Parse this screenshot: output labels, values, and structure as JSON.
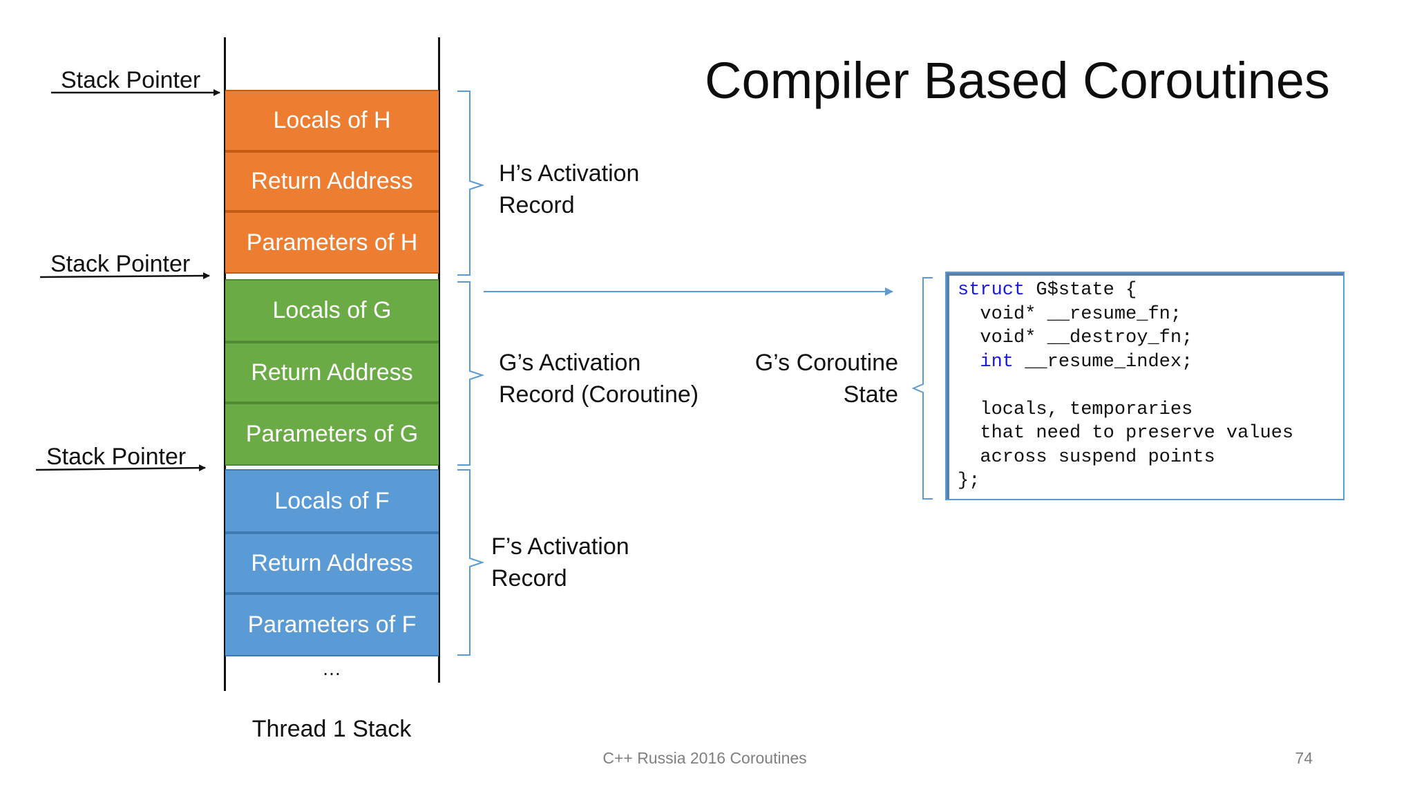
{
  "slide": {
    "title": "Compiler Based Coroutines",
    "caption": "Thread 1 Stack",
    "ellipsis": "…",
    "footer": "C++ Russia 2016 Coroutines",
    "page_number": "74"
  },
  "stack_pointers": [
    {
      "label": "Stack Pointer"
    },
    {
      "label": "Stack Pointer"
    },
    {
      "label": "Stack Pointer"
    }
  ],
  "stack": {
    "h": [
      "Locals of H",
      "Return Address",
      "Parameters of H"
    ],
    "g": [
      "Locals of G",
      "Return Address",
      "Parameters of G"
    ],
    "f": [
      "Locals of F",
      "Return Address",
      "Parameters of F"
    ]
  },
  "records": {
    "h": {
      "line1": "H’s Activation",
      "line2": "Record"
    },
    "g": {
      "line1": "G’s Activation",
      "line2": "Record (Coroutine)"
    },
    "f": {
      "line1": "F’s Activation",
      "line2": "Record"
    }
  },
  "coroutine_state": {
    "line1": "G’s Coroutine",
    "line2": "State"
  },
  "code": {
    "kw_struct": "struct",
    "line1_rest": " G$state {",
    "line2": "  void* __resume_fn;",
    "line3": "  void* __destroy_fn;",
    "kw_int": "int",
    "line4_rest": " __resume_index;",
    "line5": "",
    "line6": "  locals, temporaries",
    "line7": "  that need to preserve values",
    "line8": "  across suspend points",
    "line9": "};"
  },
  "colors": {
    "h_frame": "#ed7d31",
    "g_frame": "#6aab46",
    "f_frame": "#5b9bd5",
    "bracket": "#5b9bd5",
    "keyword": "#1a1ad6"
  }
}
